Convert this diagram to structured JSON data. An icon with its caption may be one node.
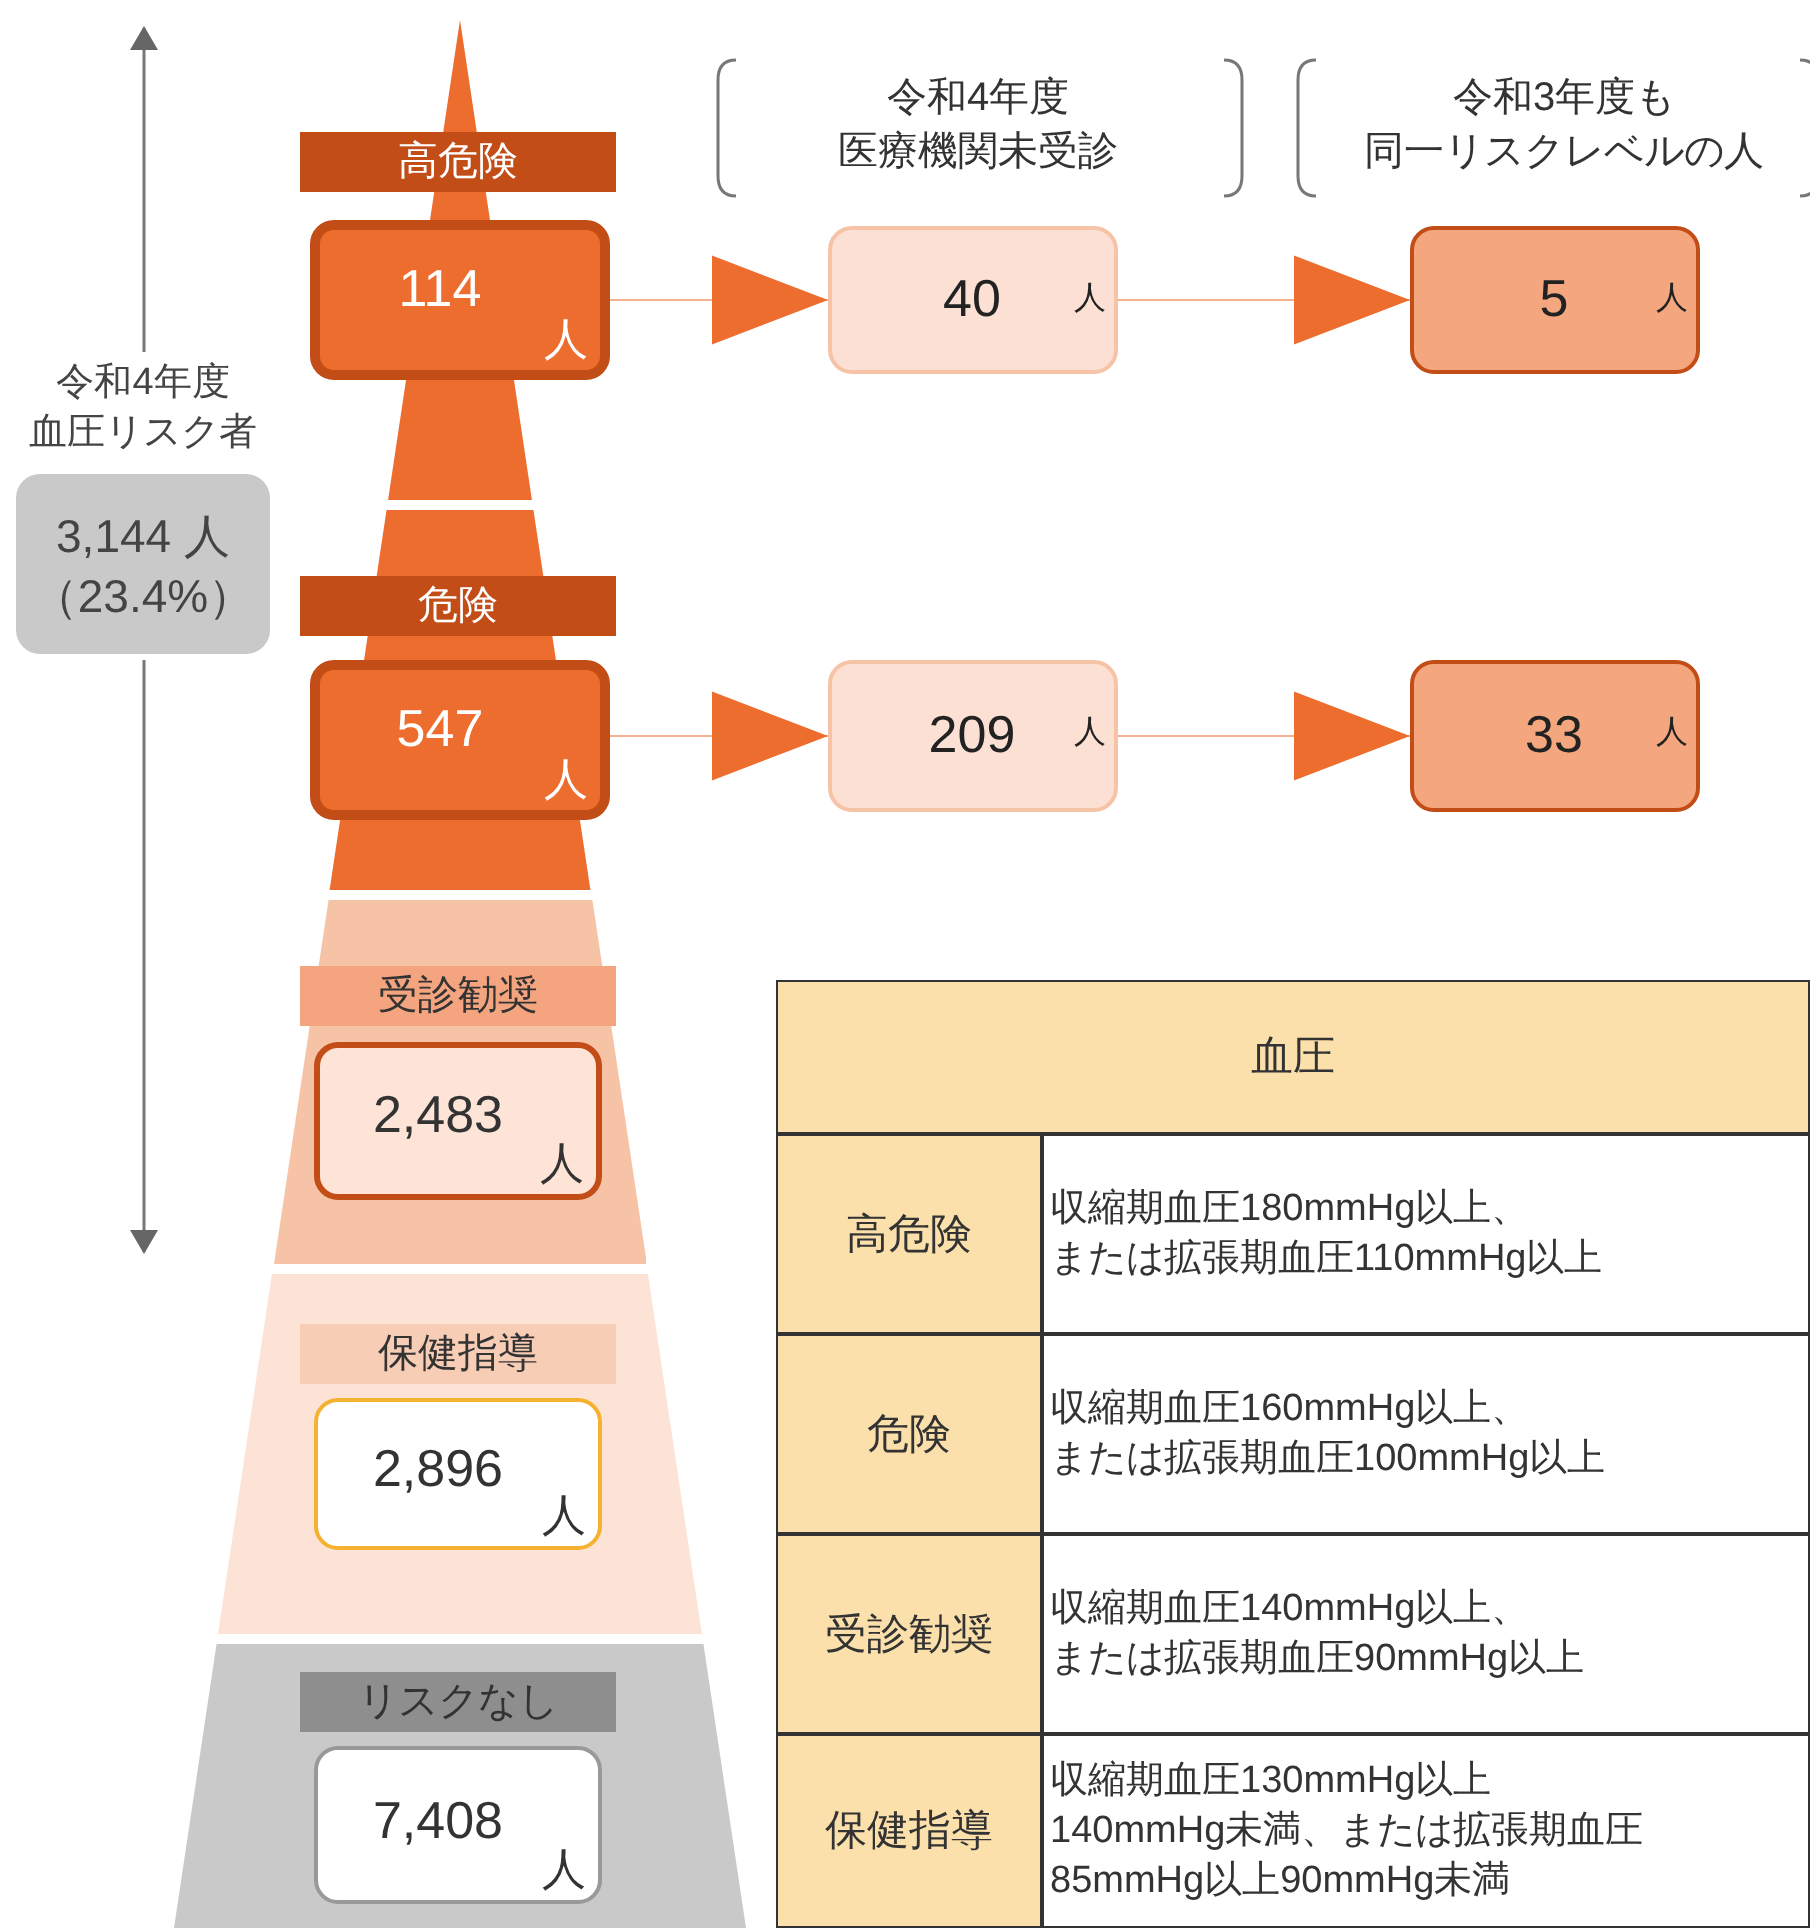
{
  "diagram": {
    "nodes": [
      {
        "text": [
          "高危険"
        ]
      },
      {
        "text": [
          "114",
          "人"
        ],
        "in": 0
      },
      {
        "text": [
          "40",
          "人"
        ]
      },
      {
        "text": [
          "5",
          "人"
        ]
      },
      {
        "text": [
          "危険"
        ]
      },
      {
        "text": [
          "547",
          "人"
        ],
        "in": 4
      },
      {
        "text": [
          "209",
          "人"
        ]
      },
      {
        "text": [
          "33",
          "人"
        ]
      },
      {
        "text": [
          "受診勧奨"
        ]
      },
      {
        "text": [
          "2,483",
          "人"
        ],
        "in": 8
      },
      {
        "text": [
          "保健指導"
        ]
      },
      {
        "text": [
          "2,896",
          "人"
        ],
        "in": 10
      },
      {
        "text": [
          "リスクなし"
        ]
      },
      {
        "text": [
          "7,408",
          "人"
        ],
        "in": 12
      },
      {
        "text": [
          "3,144 人",
          "（23.4%）"
        ],
        "beside": [
          "令和4年度血圧リスク者"
        ]
      }
    ],
    "edges": [
      {
        "from": 1,
        "to": 2,
        "arrow": "to"
      },
      {
        "from": 2,
        "to": 3,
        "arrow": "to"
      },
      {
        "from": 5,
        "to": 6,
        "arrow": "to"
      },
      {
        "from": 6,
        "to": 7,
        "arrow": "to"
      }
    ],
    "labels": [
      "令和4年度医療機関未受診",
      "令和3年度も同一リスクレベルの人",
      "血圧",
      "高危険",
      "収縮期血圧180mmHg以上、または拡張期血圧110mmHg以上",
      "危険",
      "収縮期血圧160mmHg以上、または拡張期血圧100mmHg以上",
      "受診勧奨",
      "収縮期血圧140mmHg以上、または拡張期血圧90mmHg以上",
      "保健指導",
      "収縮期血圧130mmHg以上140mmHg未満、または拡張期血圧85mmHg以上90mmHg未満"
    ]
  }
}
